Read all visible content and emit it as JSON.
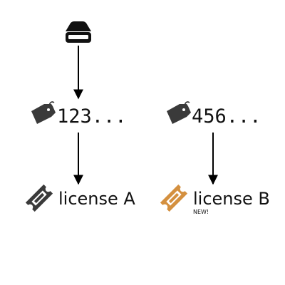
{
  "nodes": {
    "drive": {
      "icon": "hard-drive-icon"
    },
    "key_left": {
      "icon": "tag-icon",
      "text": "123..."
    },
    "key_right": {
      "icon": "tag-icon",
      "text": "456..."
    },
    "license_a": {
      "icon": "ticket-icon",
      "label": "license A"
    },
    "license_b": {
      "icon": "ticket-icon",
      "label": "license B",
      "badge": "NEW!"
    }
  },
  "colors": {
    "ink": "#000000",
    "icon_dark": "#3a3a3a",
    "ticket_new": "#d4903f",
    "background": "#ffffff"
  }
}
